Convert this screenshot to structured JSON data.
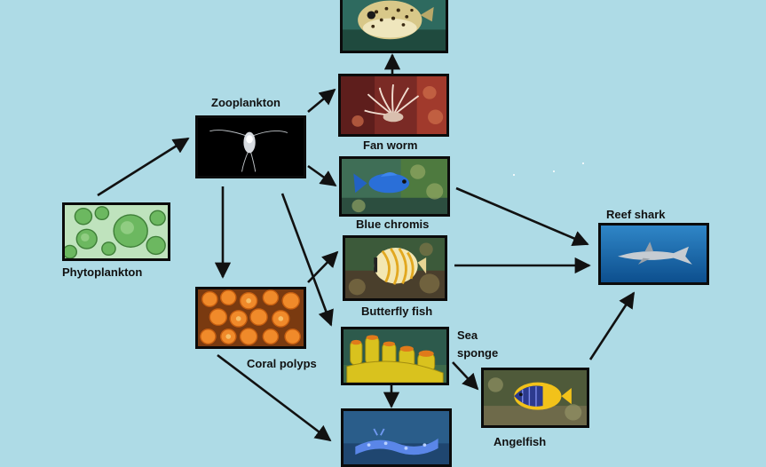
{
  "organisms": {
    "pufferfish": "",
    "fan_worm": "Fan worm",
    "zooplankton": "Zooplankton",
    "blue_chromis": "Blue chromis",
    "reef_shark": "Reef shark",
    "phytoplankton": "Phytoplankton",
    "butterfly_fish": "Butterfly fish",
    "coral_polyps": "Coral polyps",
    "sea_sponge": "Sea sponge",
    "angelfish": "Angelfish",
    "nudibranch": ""
  },
  "colors": {
    "background": "#aedbe6",
    "arrow": "#111111",
    "frame": "#0b0b0b"
  },
  "icons": {
    "pufferfish": "pufferfish-photo",
    "fan_worm": "fan-worm-photo",
    "zooplankton": "zooplankton-photo",
    "blue_chromis": "blue-chromis-photo",
    "reef_shark": "reef-shark-photo",
    "phytoplankton": "phytoplankton-photo",
    "butterfly_fish": "butterfly-fish-photo",
    "coral_polyps": "coral-polyps-photo",
    "sea_sponge": "sea-sponge-photo",
    "angelfish": "angelfish-photo",
    "nudibranch": "nudibranch-photo"
  }
}
